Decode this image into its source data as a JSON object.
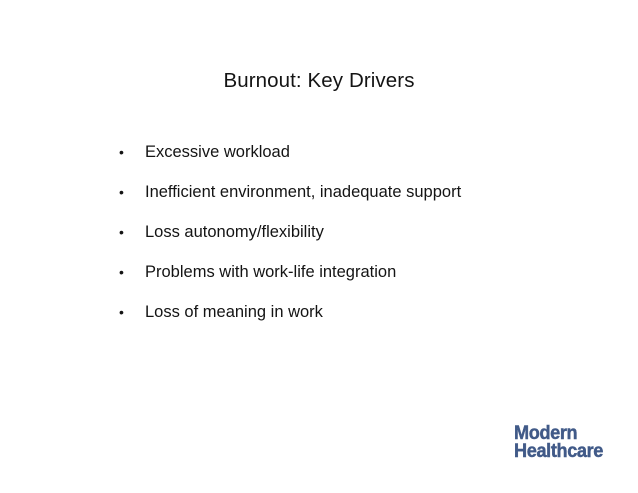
{
  "slide": {
    "title": "Burnout: Key Drivers",
    "background_color": "#ffffff",
    "text_color": "#141414",
    "bullet_marker": "•",
    "bullets": [
      {
        "text": "Excessive workload"
      },
      {
        "text": "Inefficient environment, inadequate support"
      },
      {
        "text": "Loss autonomy/flexibility"
      },
      {
        "text": "Problems with work-life integration"
      },
      {
        "text": "Loss of meaning in work"
      }
    ]
  },
  "logo": {
    "line1": "Modern",
    "line2": "Healthcare",
    "color": "#415a88"
  }
}
